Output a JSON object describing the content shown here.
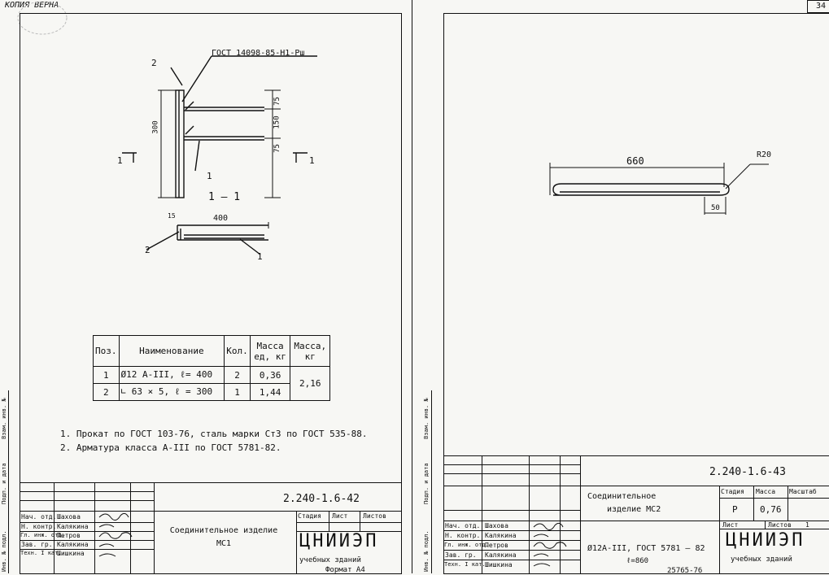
{
  "stamp": "КОПИЯ ВЕРНА",
  "sheet_corner": "34",
  "left": {
    "labels": {
      "gost_weld": "ГОСТ 14098-85-Н1-Рш",
      "pos2": "2",
      "pos1": "1",
      "dim_300": "300",
      "dim_75a": "75",
      "dim_150": "150",
      "dim_75b": "75",
      "sec_mark_l": "1",
      "sec_mark_r": "1",
      "section_title": "1 – 1",
      "dim_400": "400",
      "dim_15": "15",
      "pos2b": "2",
      "pos1b": "1"
    },
    "table": {
      "headers": [
        "Поз.",
        "Наименование",
        "Кол.",
        "Масса ед, кг",
        "Масса, кг"
      ],
      "rows": [
        {
          "pos": "1",
          "name": "Ø12 А-III, ℓ= 400",
          "qty": "2",
          "mass_unit": "0,36"
        },
        {
          "pos": "2",
          "name": "∟ 63 × 5, ℓ = 300",
          "qty": "1",
          "mass_unit": "1,44"
        }
      ],
      "total_mass": "2,16"
    },
    "notes": [
      "1. Прокат по ГОСТ 103-76, сталь марки Ст3 по ГОСТ 535-88.",
      "2. Арматура класса А-III по ГОСТ 5781-82."
    ],
    "title_block": {
      "code": "2.240-1.6-42",
      "roles": [
        "Нач. отд.",
        "Н. контр.",
        "Гл. инж. отд.",
        "Зав. гр.",
        "Техн. I кат."
      ],
      "names": [
        "Шахова",
        "Калякина",
        "Петров",
        "Калякина",
        "Шишкина"
      ],
      "title": "Соединительное изделие МС1",
      "stage_label": "Стадия",
      "sheet_label": "Лист",
      "sheets_label": "Листов",
      "org": "ЦНИИЭП",
      "org_sub": "учебных зданий",
      "format": "Формат А4"
    },
    "side_labels": [
      "Инв. № подл.",
      "Подп. и дата",
      "Взам. инв. №"
    ]
  },
  "right": {
    "labels": {
      "dim_660": "660",
      "dim_r20": "R20",
      "dim_50": "50"
    },
    "title_block": {
      "code": "2.240-1.6-43",
      "roles": [
        "Нач. отд.",
        "Н. контр.",
        "Гл. инж. отд.",
        "Зав. гр.",
        "Техн. I кат."
      ],
      "names": [
        "Шахова",
        "Калякина",
        "Петров",
        "Калякина",
        "Шишкина"
      ],
      "title_line1": "Соединительное",
      "title_line2": "изделие МС2",
      "spec_line1": "Ø12А-III, ГОСТ 5781 – 82",
      "spec_line2": "ℓ=860",
      "stage_label": "Стадия",
      "mass_label": "Масса",
      "scale_label": "Масштаб",
      "stage": "Р",
      "mass": "0,76",
      "sheet_label": "Лист",
      "sheets_label": "Листов",
      "sheets": "1",
      "org": "ЦНИИЭП",
      "org_sub": "учебных зданий",
      "footer": "25765-76"
    },
    "side_labels": [
      "Инв. № подл.",
      "Подп. и дата",
      "Взам. инв. №"
    ]
  }
}
